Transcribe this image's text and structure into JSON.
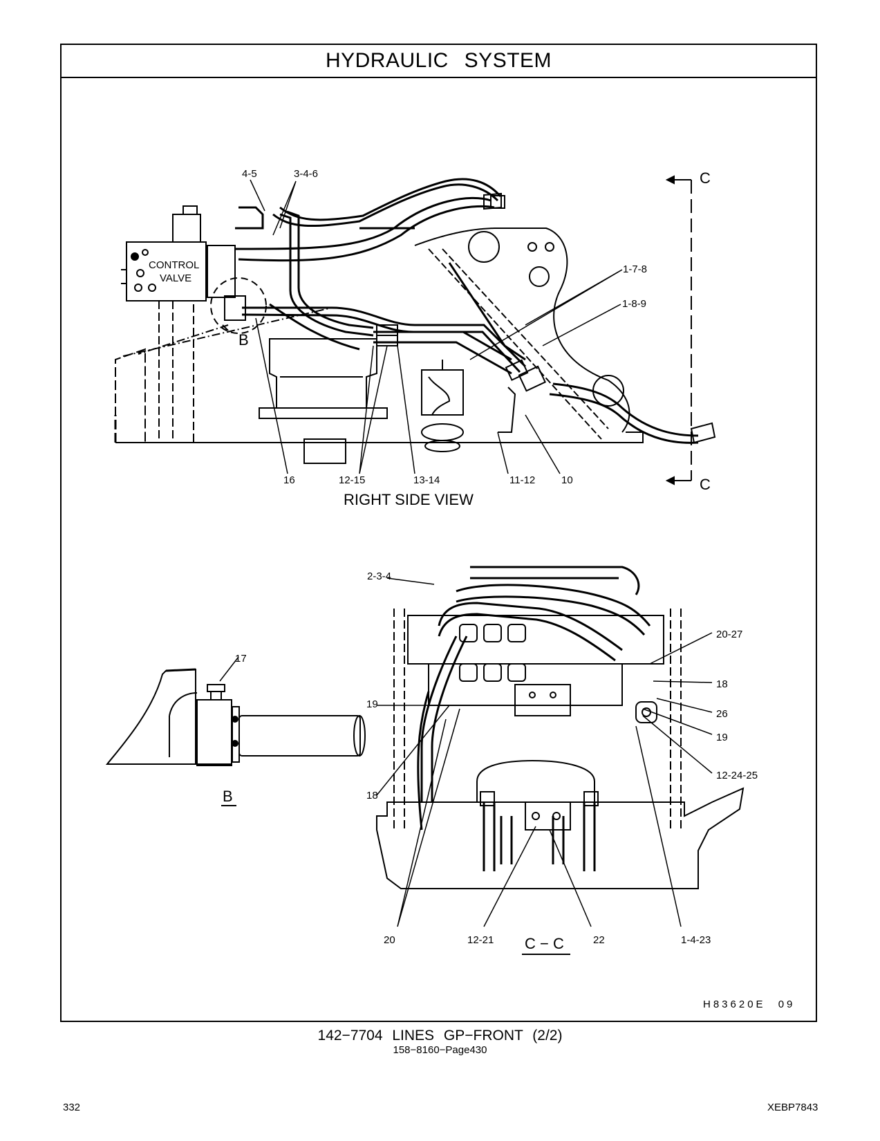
{
  "header": {
    "title": "HYDRAULIC   SYSTEM"
  },
  "views": {
    "right_side": {
      "caption": "RIGHT SIDE VIEW",
      "section_marker": "C",
      "detail_marker": "B",
      "component_label_1": "CONTROL",
      "component_label_2": "VALVE",
      "callouts": [
        "4-5",
        "3-4-6",
        "1-7-8",
        "1-8-9",
        "16",
        "12-15",
        "13-14",
        "11-12",
        "10"
      ]
    },
    "detail_b": {
      "caption": "B",
      "callouts": [
        "17"
      ]
    },
    "section_cc": {
      "caption": "C − C",
      "callouts": [
        "2-3-4",
        "20-27",
        "18",
        "26",
        "19",
        "12-24-25",
        "19",
        "18",
        "20",
        "12-21",
        "22",
        "1-4-23"
      ]
    }
  },
  "drawing_id": "H83620E   09",
  "footer": {
    "main": "142−7704   LINES  GP−FRONT (2/2)",
    "sub": "158−8160−Page430",
    "page_number": "332",
    "doc_code": "XEBP7843"
  }
}
